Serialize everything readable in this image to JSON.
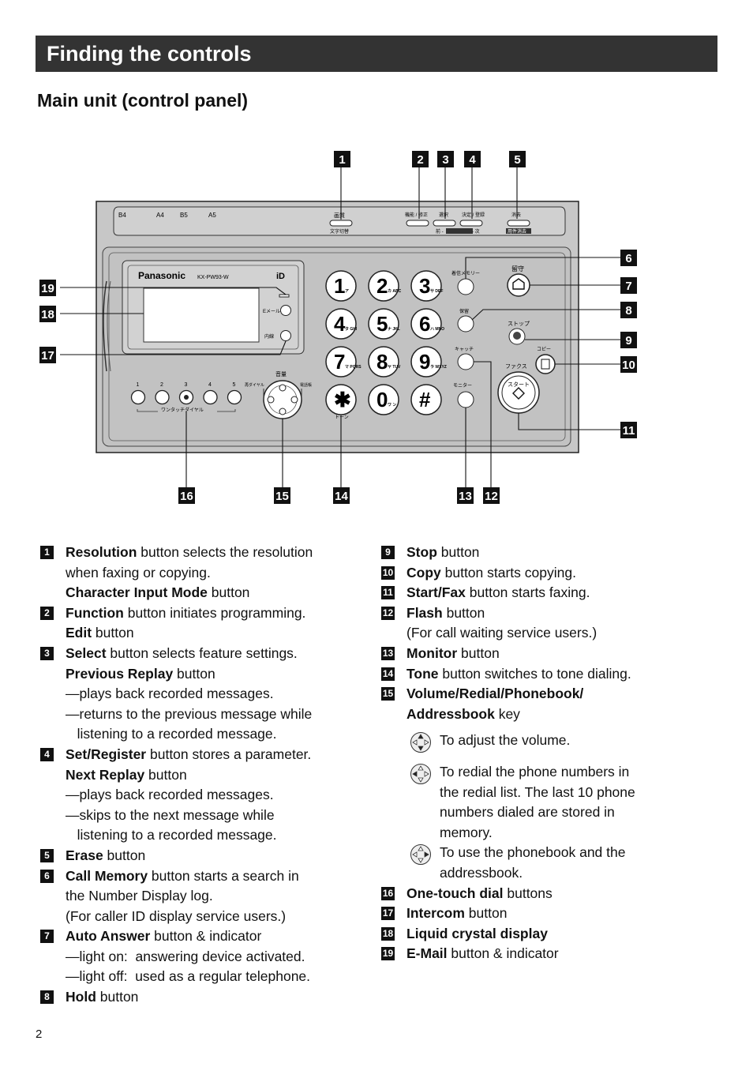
{
  "header": {
    "title": "Finding the controls"
  },
  "section": {
    "subtitle": "Main unit (control panel)"
  },
  "callouts": [
    "1",
    "2",
    "3",
    "4",
    "5",
    "6",
    "7",
    "8",
    "9",
    "10",
    "11",
    "12",
    "13",
    "14",
    "15",
    "16",
    "17",
    "18",
    "19"
  ],
  "panel": {
    "brand": "Panasonic",
    "model": "KX-PW93-W",
    "logo": "iD",
    "paper_sizes": [
      "B4",
      "A4",
      "B5",
      "A5"
    ],
    "top_labels": [
      "画質",
      "文字切替",
      "機能 / 修正",
      "選択",
      "決定 / 登録",
      "前 -",
      "- 次",
      "消去",
      "用件消去"
    ],
    "side_labels": [
      "Eメール",
      "内線",
      "着信メモリー",
      "留守",
      "保留",
      "ストップ",
      "キャッチ",
      "コピー",
      "ファクス",
      "スタート",
      "モニター",
      "音量",
      "再ダイヤル",
      "電話帳",
      "トーン",
      "ワンタッチダイヤル"
    ],
    "one_touch_numbers": [
      "1",
      "2",
      "3",
      "4",
      "5"
    ],
    "keys": [
      {
        "digit": "1",
        "sub": "ア"
      },
      {
        "digit": "2",
        "sub": "カ ABC"
      },
      {
        "digit": "3",
        "sub": "サ DEF"
      },
      {
        "digit": "4",
        "sub": "タ GHI"
      },
      {
        "digit": "5",
        "sub": "ナ JKL"
      },
      {
        "digit": "6",
        "sub": "ハ MNO"
      },
      {
        "digit": "7",
        "sub": "マ PQRS"
      },
      {
        "digit": "8",
        "sub": "ヤ TUV"
      },
      {
        "digit": "9",
        "sub": "ラ WXYZ"
      },
      {
        "digit": "✱",
        "sub": ""
      },
      {
        "digit": "0",
        "sub": "ワ ン"
      },
      {
        "digit": "#",
        "sub": ""
      }
    ]
  },
  "left_items": [
    {
      "n": "1",
      "lines": [
        {
          "b": "Resolution",
          "t": " button selects the resolution"
        },
        {
          "t": "when faxing or copying."
        },
        {
          "b": "Character Input Mode",
          "t": " button"
        }
      ]
    },
    {
      "n": "2",
      "lines": [
        {
          "b": "Function",
          "t": " button initiates programming."
        },
        {
          "b": "Edit",
          "t": " button"
        }
      ]
    },
    {
      "n": "3",
      "lines": [
        {
          "b": "Select",
          "t": " button selects feature settings."
        },
        {
          "b": "Previous Replay",
          "t": " button"
        },
        {
          "t": "—plays back recorded messages."
        },
        {
          "t": "—returns to the previous message while"
        },
        {
          "t": "   listening to a recorded message."
        }
      ]
    },
    {
      "n": "4",
      "lines": [
        {
          "b": "Set/Register",
          "t": " button stores a parameter."
        },
        {
          "b": "Next Replay",
          "t": " button"
        },
        {
          "t": "—plays back recorded messages."
        },
        {
          "t": "—skips to the next message while"
        },
        {
          "t": "   listening to a recorded message."
        }
      ]
    },
    {
      "n": "5",
      "lines": [
        {
          "b": "Erase",
          "t": " button"
        }
      ]
    },
    {
      "n": "6",
      "lines": [
        {
          "b": "Call Memory",
          "t": " button starts a search in"
        },
        {
          "t": "the Number Display log."
        },
        {
          "t": "(For caller ID display service users.)"
        }
      ]
    },
    {
      "n": "7",
      "lines": [
        {
          "b": "Auto Answer",
          "t": " button & indicator"
        },
        {
          "t": "—light on:  answering device activated."
        },
        {
          "t": "—light off:  used as a regular telephone."
        }
      ]
    },
    {
      "n": "8",
      "lines": [
        {
          "b": "Hold",
          "t": " button"
        }
      ]
    }
  ],
  "right_items": [
    {
      "n": "9",
      "lines": [
        {
          "b": "Stop",
          "t": " button"
        }
      ]
    },
    {
      "n": "10",
      "lines": [
        {
          "b": "Copy",
          "t": " button starts copying."
        }
      ]
    },
    {
      "n": "11",
      "lines": [
        {
          "b": "Start/Fax",
          "t": " button starts faxing."
        }
      ]
    },
    {
      "n": "12",
      "lines": [
        {
          "b": "Flash",
          "t": " button"
        },
        {
          "t": "(For call waiting service users.)"
        }
      ]
    },
    {
      "n": "13",
      "lines": [
        {
          "b": "Monitor",
          "t": " button"
        }
      ]
    },
    {
      "n": "14",
      "lines": [
        {
          "b": "Tone",
          "t": " button switches to tone dialing."
        }
      ]
    },
    {
      "n": "15",
      "lines": [
        {
          "b": "Volume/Redial/Phonebook/",
          "t": ""
        },
        {
          "b": "Addressbook",
          "t": " key"
        }
      ]
    }
  ],
  "volume_notes": [
    {
      "icon": "volume-key-icon",
      "lines": [
        "To adjust the volume."
      ]
    },
    {
      "icon": "redial-key-icon",
      "lines": [
        "To redial the phone numbers in",
        "the redial list. The last 10 phone",
        "numbers dialed are stored in",
        "memory."
      ]
    },
    {
      "icon": "phonebook-key-icon",
      "lines": [
        "To use the phonebook and the",
        "addressbook."
      ]
    }
  ],
  "right_items_2": [
    {
      "n": "16",
      "lines": [
        {
          "b": "One-touch dial",
          "t": " buttons"
        }
      ]
    },
    {
      "n": "17",
      "lines": [
        {
          "b": "Intercom",
          "t": " button"
        }
      ]
    },
    {
      "n": "18",
      "lines": [
        {
          "b": "Liquid crystal display",
          "t": ""
        }
      ]
    },
    {
      "n": "19",
      "lines": [
        {
          "b": "E-Mail",
          "t": " button & indicator"
        }
      ]
    }
  ],
  "footer": {
    "page_number": "2"
  }
}
